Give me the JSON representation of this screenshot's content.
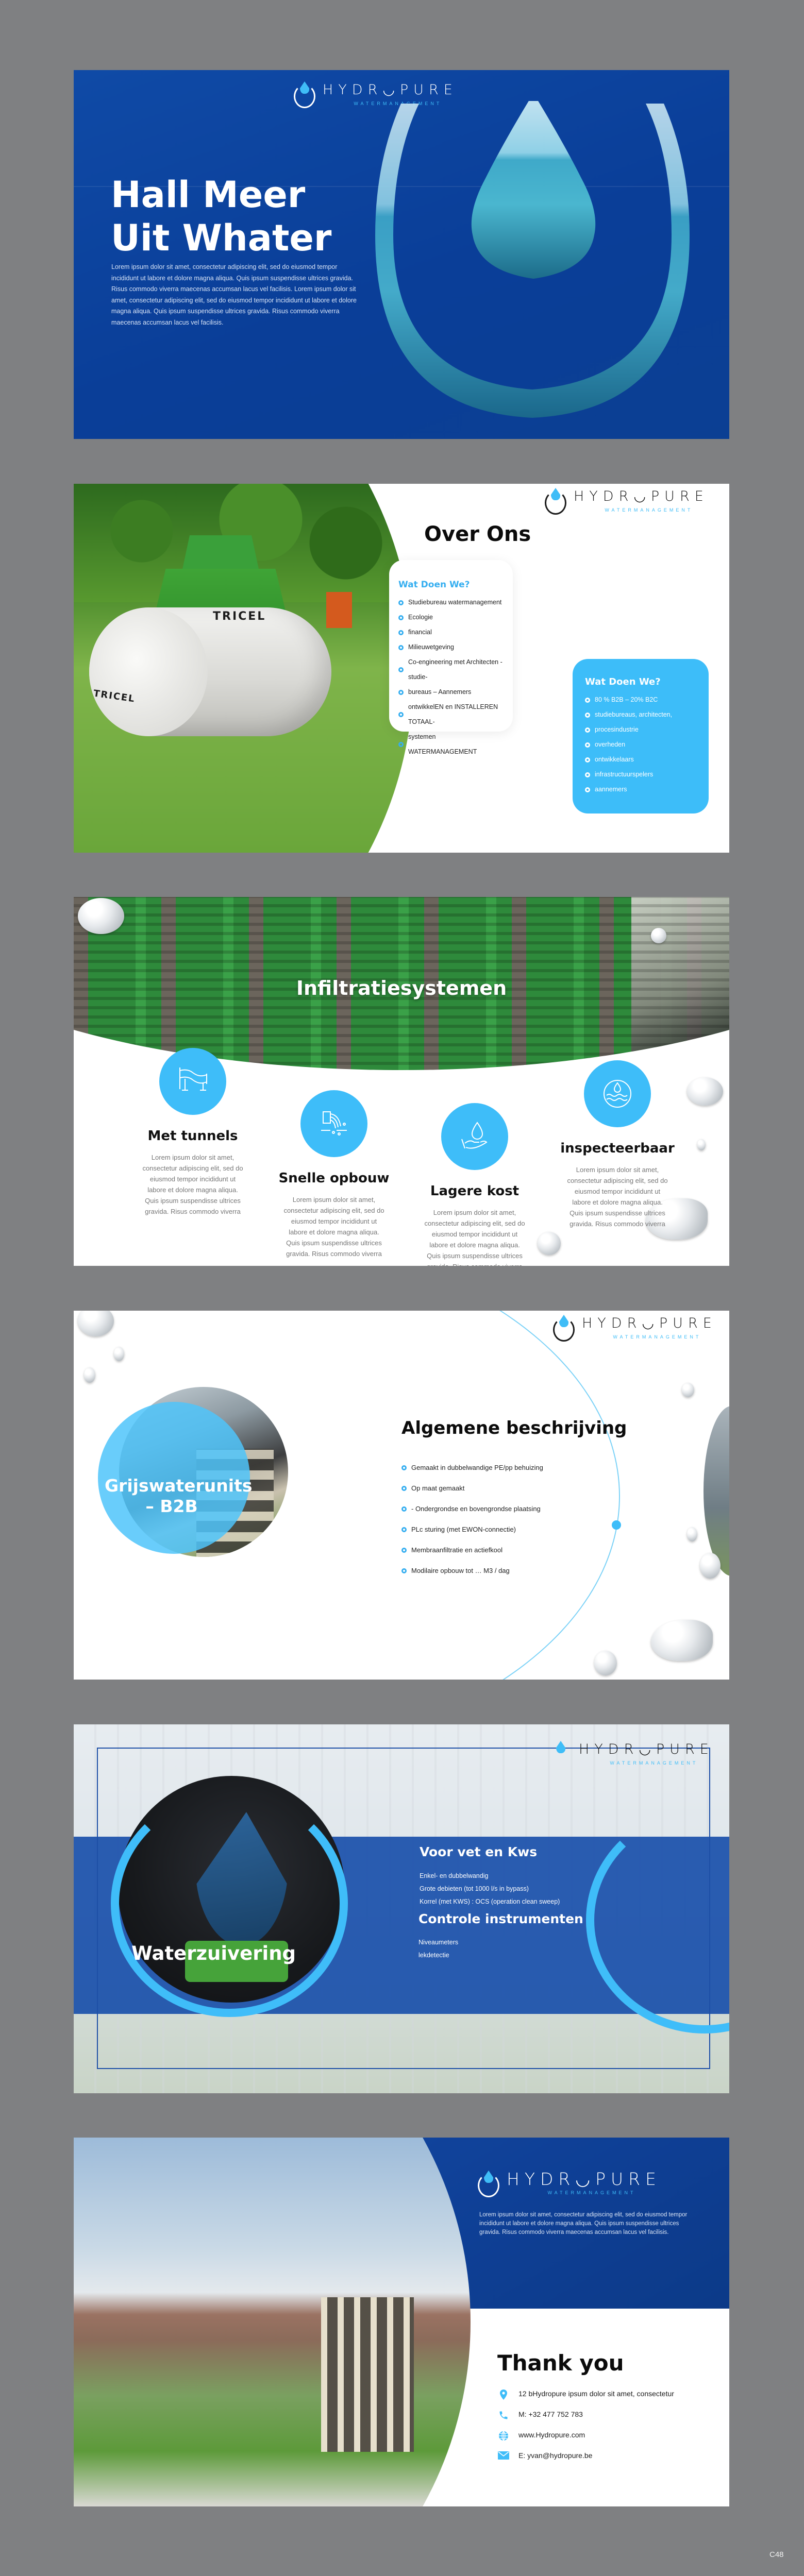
{
  "brand": {
    "name": "HYDR◡PURE",
    "tagline": "WATERMANAGEMENT",
    "accent": "#3fbdf9",
    "primary_blue": "#0c3f95"
  },
  "slide1": {
    "title_line1": "Hall Meer",
    "title_line2": "Uit Whater",
    "description": "Lorem ipsum dolor sit amet, consectetur adipiscing elit, sed do eiusmod tempor incididunt ut labore et dolore magna aliqua. Quis ipsum suspendisse ultrices gravida. Risus commodo viverra maecenas accumsan lacus vel facilisis. Lorem ipsum dolor sit amet, consectetur adipiscing elit, sed do eiusmod tempor incididunt ut labore et dolore magna aliqua. Quis ipsum suspendisse ultrices gravida. Risus commodo viverra maecenas accumsan lacus vel facilisis."
  },
  "slide2": {
    "title": "Over Ons",
    "product_brand": "TRICEL",
    "card_left": {
      "title": "Wat Doen We?",
      "items": [
        "Studiebureau watermanagement",
        "Ecologie",
        "financial",
        "Milieuwetgeving",
        "Co-engineering met Architecten - studie-",
        "bureaus – Aannemers",
        "ontwikkelEN en INSTALLEREN TOTAAL-",
        "systemen WATERMANAGEMENT"
      ]
    },
    "card_right": {
      "title": "Wat Doen We?",
      "items": [
        "80 % B2B – 20% B2C",
        "studiebureaus, architecten,",
        "procesindustrie",
        "overheden",
        "ontwikkelaars",
        "infrastructuurspelers",
        "aannemers"
      ]
    }
  },
  "slide3": {
    "title": "Infiltratiesystemen",
    "features": [
      {
        "icon": "pipe-icon",
        "title": "Met tunnels",
        "text": "Lorem ipsum dolor sit amet, consectetur adipiscing elit, sed do eiusmod tempor incididunt ut labore et dolore magna aliqua. Quis ipsum suspendisse ultrices gravida. Risus commodo viverra"
      },
      {
        "icon": "water-outflow-icon",
        "title": "Snelle opbouw",
        "text": "Lorem ipsum dolor sit amet, consectetur adipiscing elit, sed do eiusmod tempor incididunt ut labore et dolore magna aliqua. Quis ipsum suspendisse ultrices gravida. Risus commodo viverra"
      },
      {
        "icon": "hand-drop-icon",
        "title": "Lagere kost",
        "text": "Lorem ipsum dolor sit amet, consectetur adipiscing elit, sed do eiusmod tempor incididunt ut labore et dolore magna aliqua. Quis ipsum suspendisse ultrices gravida. Risus commodo viverra"
      },
      {
        "icon": "water-cycle-icon",
        "title": "inspecteerbaar",
        "text": "Lorem ipsum dolor sit amet, consectetur adipiscing elit, sed do eiusmod tempor incididunt ut labore et dolore magna aliqua. Quis ipsum suspendisse ultrices gravida. Risus commodo viverra"
      }
    ]
  },
  "slide4": {
    "circle_label": "Grijswaterunits – B2B",
    "title": "Algemene beschrijving",
    "items": [
      "Gemaakt in dubbelwandige PE/pp behuizing",
      "Op maat gemaakt",
      "-  Ondergrondse en bovengrondse plaatsing",
      "PLc sturing (met EWON-connectie)",
      "Membraanfiltratie en actiefkool",
      "Modilaire opbouw tot … M3 / dag"
    ]
  },
  "slide5": {
    "circle_label": "Waterzuivering",
    "section1": {
      "title": "Voor vet en Kws",
      "items": [
        "Enkel- en dubbelwandig",
        "Grote debieten (tot 1000 l/s in bypass)",
        "Korrel (met KWS) : OCS (operation clean sweep)"
      ]
    },
    "section2": {
      "title": "Controle instrumenten",
      "items": [
        "Niveaumeters",
        "lekdetectie"
      ]
    }
  },
  "slide6": {
    "description": "Lorem ipsum dolor sit amet, consectetur adipiscing elit, sed do eiusmod tempor incididunt ut labore et dolore magna aliqua. Quis ipsum suspendisse ultrices gravida. Risus commodo viverra maecenas accumsan lacus vel facilisis.",
    "title": "Thank you",
    "contacts": {
      "address": "12 bHydropure ipsum dolor sit amet, consectetur",
      "phone": "M: +32 477 752 783",
      "website": "www.Hydropure.com",
      "email": "E: yvan@hydropure.be"
    }
  },
  "page_label": "C48"
}
